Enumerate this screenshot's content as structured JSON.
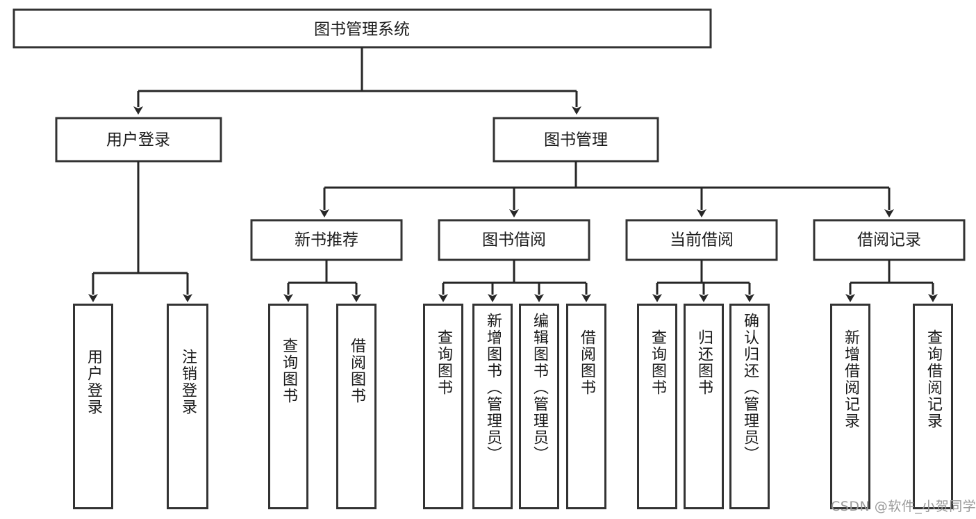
{
  "diagram": {
    "title": "图书管理系统",
    "watermark": "CSDN @软件_小贺同学",
    "colors": {
      "box_stroke": "#333333",
      "connector": "#262626",
      "box_fill": "#ffffff",
      "text": "#1a1a1a",
      "watermark": "#9a9a9a"
    },
    "levels": {
      "root": {
        "label": "图书管理系统"
      },
      "level2": [
        {
          "label": "用户登录"
        },
        {
          "label": "图书管理"
        }
      ],
      "level3": [
        {
          "label": "新书推荐"
        },
        {
          "label": "图书借阅"
        },
        {
          "label": "当前借阅"
        },
        {
          "label": "借阅记录"
        }
      ],
      "leaves": {
        "user_login": [
          {
            "label": "用户登录"
          },
          {
            "label": "注销登录"
          }
        ],
        "new_book_recommend": [
          {
            "label": "查询图书"
          },
          {
            "label": "借阅图书"
          }
        ],
        "book_borrow": [
          {
            "label": "查询图书"
          },
          {
            "label": "新增图书（管理员）"
          },
          {
            "label": "编辑图书（管理员）"
          },
          {
            "label": "借阅图书"
          }
        ],
        "current_borrow": [
          {
            "label": "查询图书"
          },
          {
            "label": "归还图书"
          },
          {
            "label": "确认归还（管理员）"
          }
        ],
        "borrow_records": [
          {
            "label": "新增借阅记录"
          },
          {
            "label": "查询借阅记录"
          }
        ]
      }
    }
  }
}
